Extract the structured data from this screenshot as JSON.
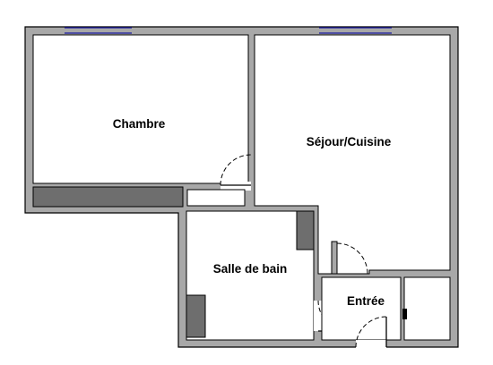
{
  "rooms": {
    "bedroom": "Chambre",
    "living_kitchen": "Séjour/Cuisine",
    "bathroom": "Salle de bain",
    "entrance": "Entrée"
  }
}
